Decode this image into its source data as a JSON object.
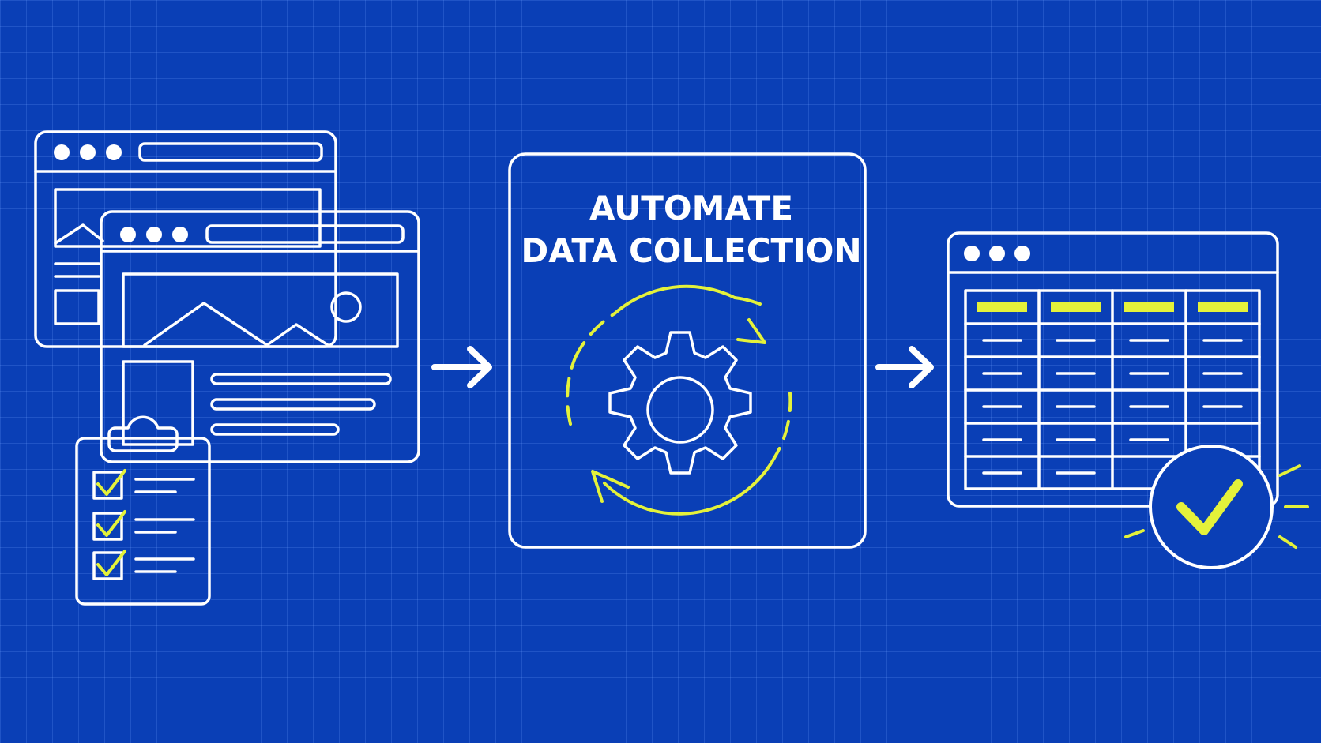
{
  "colors": {
    "background": "#0a3fb6",
    "stroke": "#ffffff",
    "accent": "#e4f23a",
    "panel": "#0a3fb6"
  },
  "center_box": {
    "title_line1": "AUTOMATE",
    "title_line2": "DATA COLLECTION",
    "icon": "gear-cycle-icon"
  },
  "steps": [
    {
      "name": "source-web-pages",
      "icon": "browser-window-icon"
    },
    {
      "name": "process-automation",
      "icon": "gear-icon"
    },
    {
      "name": "structured-output",
      "icon": "spreadsheet-icon"
    }
  ],
  "checklist": {
    "icon": "clipboard-checklist-icon",
    "checked_items": 3
  },
  "table": {
    "columns": 4,
    "rows": 5
  },
  "status": {
    "icon": "check-circle-icon",
    "state": "complete"
  }
}
